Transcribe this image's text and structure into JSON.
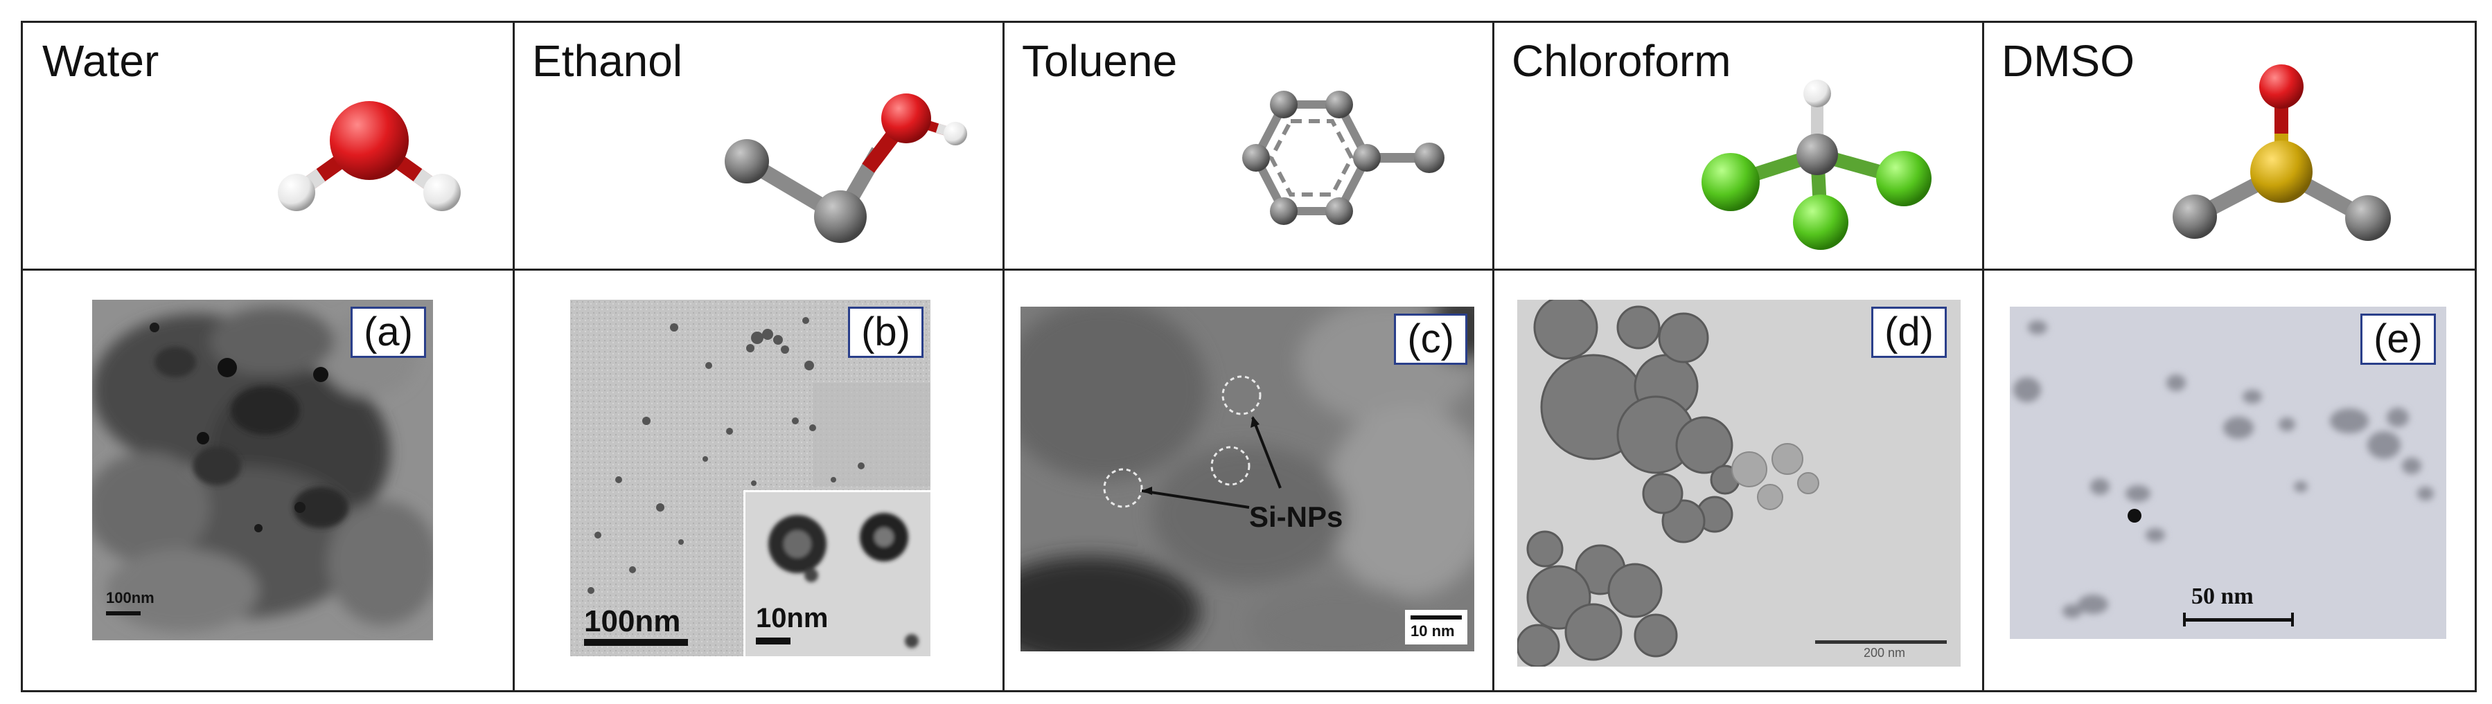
{
  "panels": [
    {
      "solvent": "Water",
      "label": "(a)",
      "scale": "100nm"
    },
    {
      "solvent": "Ethanol",
      "label": "(b)",
      "scale": "100nm",
      "inset_scale": "10nm"
    },
    {
      "solvent": "Toluene",
      "label": "(c)",
      "scale": "10 nm",
      "annotation": "Si-NPs"
    },
    {
      "solvent": "Chloroform",
      "label": "(d)",
      "scale": "200 nm"
    },
    {
      "solvent": "DMSO",
      "label": "(e)",
      "scale": "50 nm"
    }
  ],
  "colors": {
    "oxygen": "#d8161b",
    "hydrogen": "#f2f2f2",
    "carbon": "#7a7a7a",
    "chlorine": "#55c51e",
    "sulfur": "#c9a20a",
    "label_border": "#2a3f8a"
  }
}
